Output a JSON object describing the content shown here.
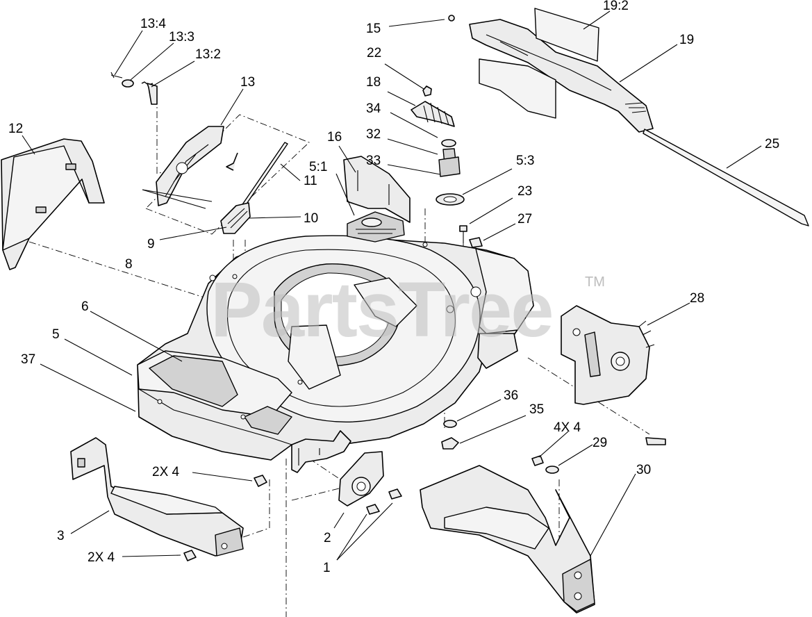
{
  "watermark": {
    "text": "PartsTree",
    "trademark": "TM"
  },
  "callouts": {
    "p13_4": "13:4",
    "p13_3": "13:3",
    "p13_2": "13:2",
    "p13": "13",
    "p12": "12",
    "p11": "11",
    "p10": "10",
    "p9": "9",
    "p8": "8",
    "p6": "6",
    "p5": "5",
    "p37": "37",
    "p3": "3",
    "p2x4_a": "2X 4",
    "p2x4_b": "2X 4",
    "p2": "2",
    "p1": "1",
    "p15": "15",
    "p22": "22",
    "p18": "18",
    "p34": "34",
    "p32": "32",
    "p33": "33",
    "p16": "16",
    "p5_1": "5:1",
    "p5_3": "5:3",
    "p23": "23",
    "p27": "27",
    "p19_2": "19:2",
    "p19": "19",
    "p25": "25",
    "p28": "28",
    "p36": "36",
    "p35": "35",
    "p4x4": "4X 4",
    "p29": "29",
    "p30": "30"
  }
}
